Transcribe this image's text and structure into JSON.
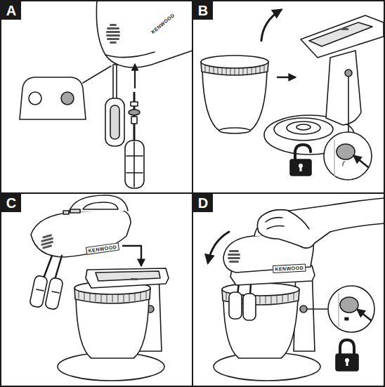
{
  "diagram": {
    "nodes": [
      {
        "text": [
          "A"
        ]
      },
      {
        "text": [
          "B"
        ]
      },
      {
        "text": [
          "C"
        ]
      },
      {
        "text": [
          "D"
        ]
      }
    ],
    "labels": [
      "KENWOOD",
      "KENWOOD",
      "KENWOOD"
    ]
  }
}
